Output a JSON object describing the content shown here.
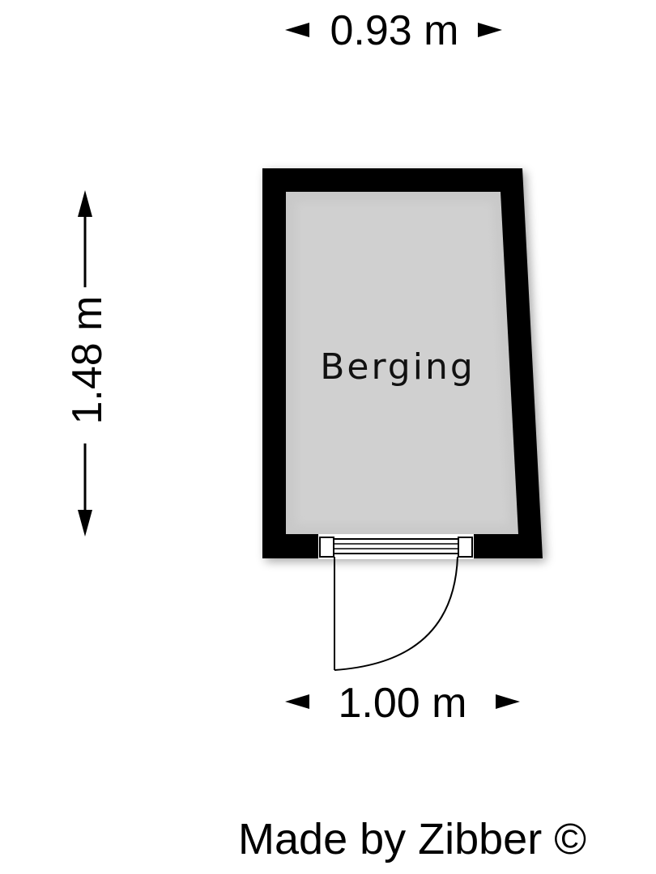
{
  "dimensions": {
    "top_width": "0.93 m",
    "left_height": "1.48 m",
    "bottom_width": "1.00 m"
  },
  "room": {
    "label": "Berging"
  },
  "credit": "Made by Zibber ©",
  "colors": {
    "wall": "#000000",
    "floor": "#c8c8c8",
    "background": "#ffffff"
  }
}
